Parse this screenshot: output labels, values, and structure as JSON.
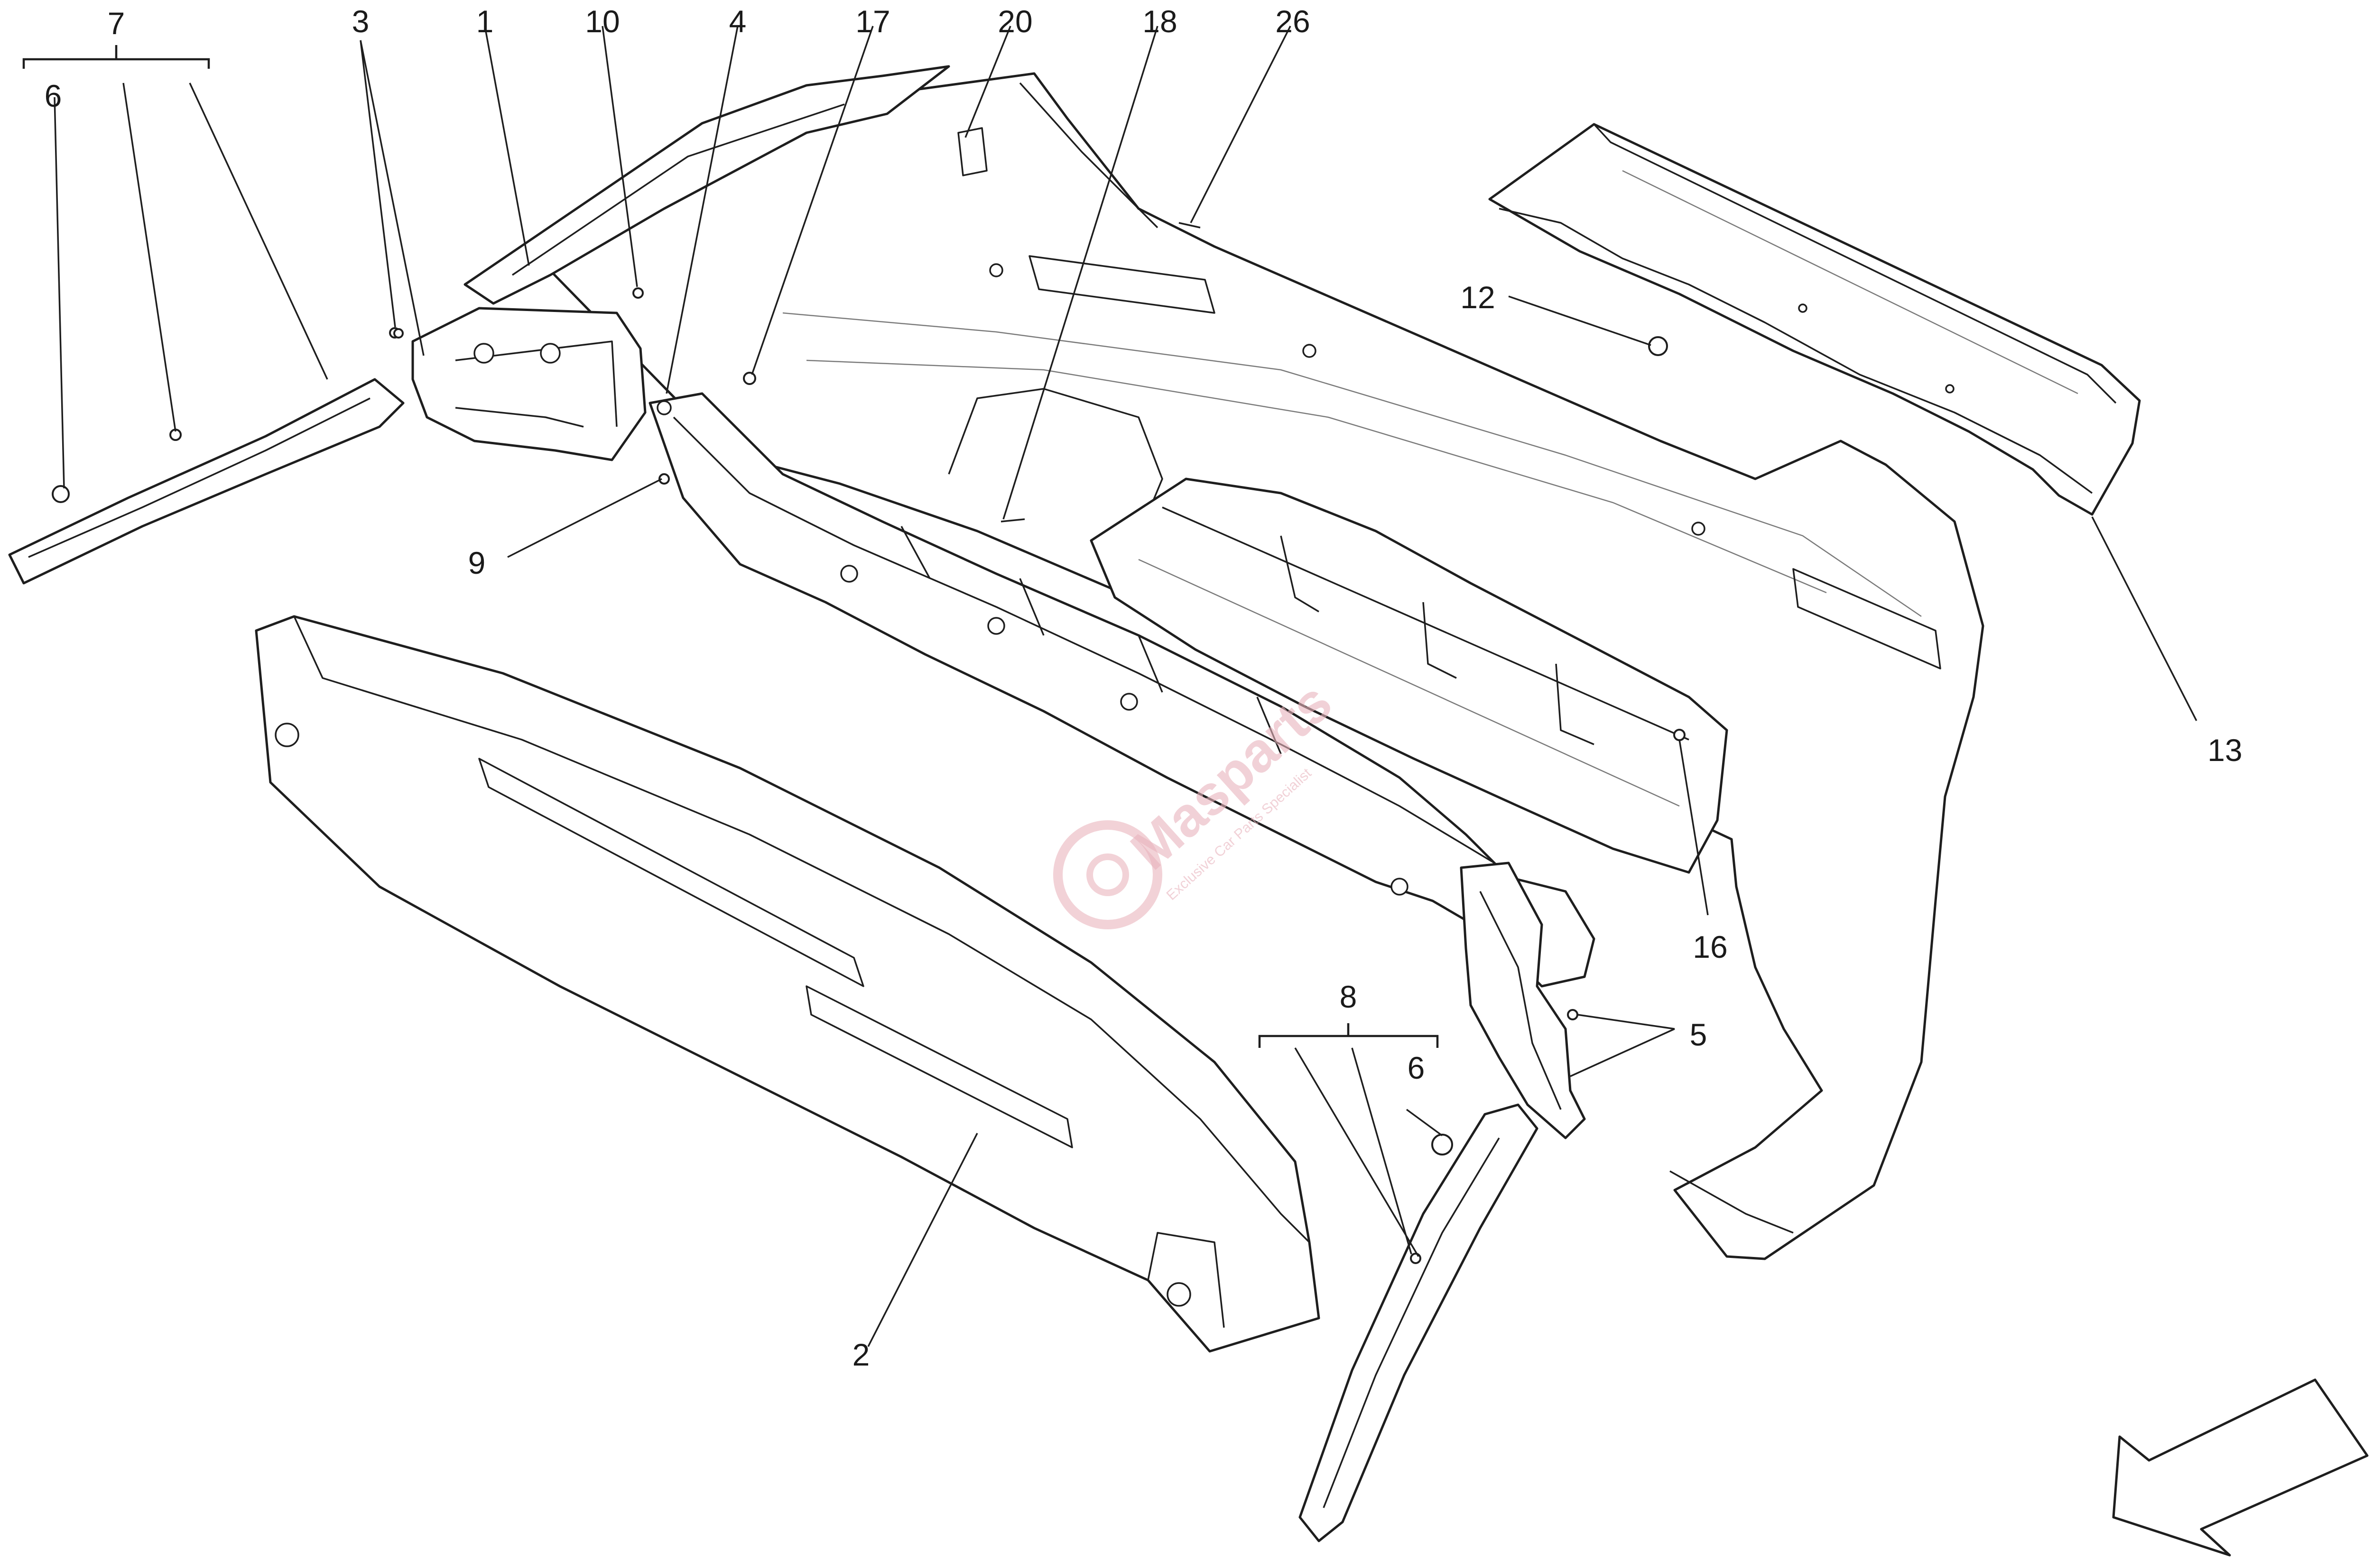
{
  "callouts": {
    "c7": "7",
    "c3": "3",
    "c1": "1",
    "c10": "10",
    "c4": "4",
    "c17": "17",
    "c20": "20",
    "c18": "18",
    "c26": "26",
    "c6a": "6",
    "c12": "12",
    "c9": "9",
    "c13": "13",
    "c16": "16",
    "c8": "8",
    "c5": "5",
    "c6b": "6",
    "c2": "2"
  },
  "watermark": {
    "brand": "Masparts",
    "tagline": "Exclusive Car Parts Specialist"
  },
  "colors": {
    "line": "#1e1e1e",
    "watermark": "#e9b4bd"
  },
  "icons": {
    "direction": "arrow-down-left-icon",
    "watermark_logo": "wheel-logo-icon"
  }
}
